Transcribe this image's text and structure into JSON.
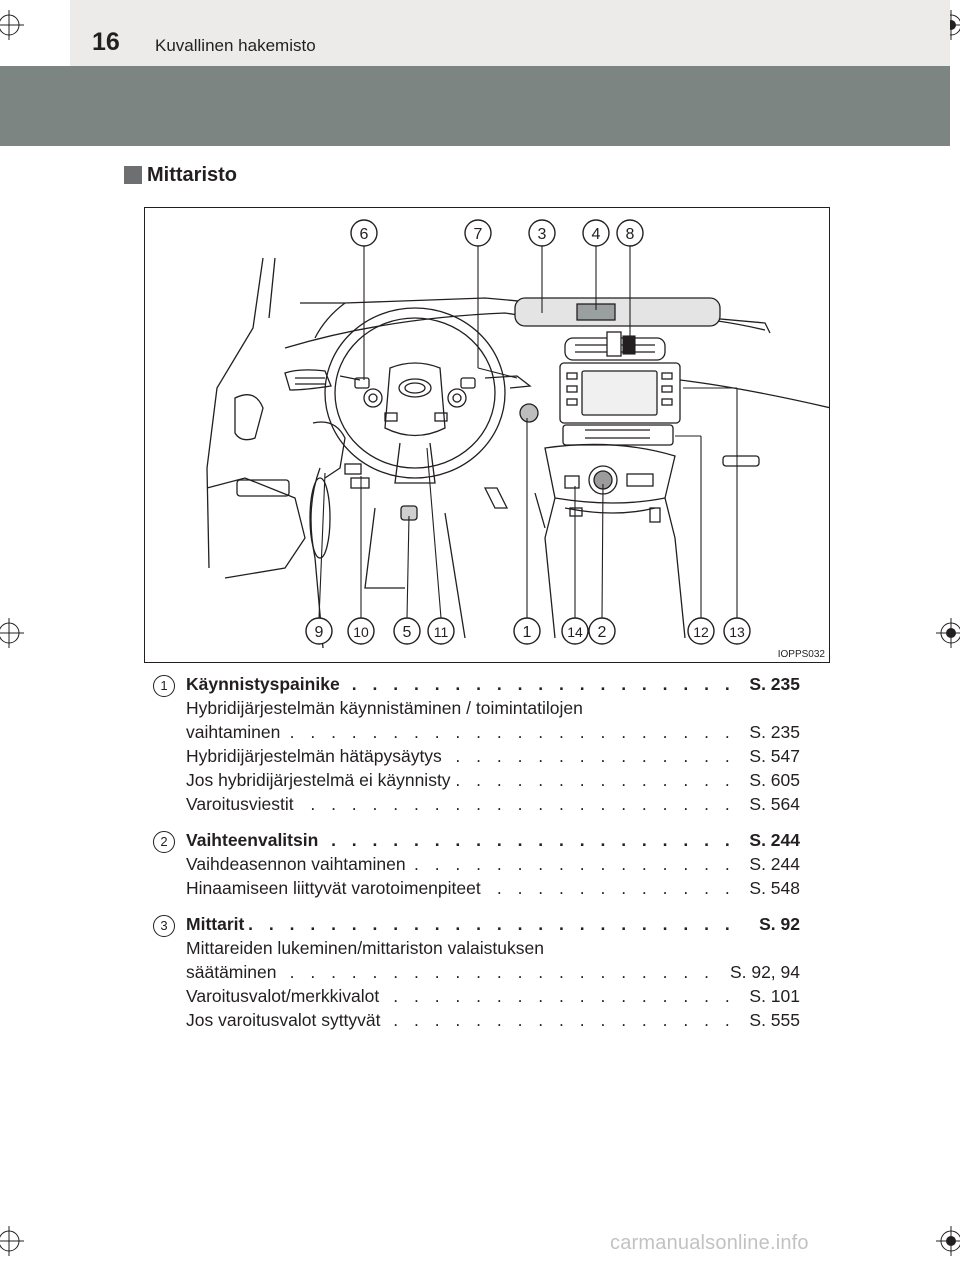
{
  "header": {
    "page_number": "16",
    "title": "Kuvallinen hakemisto"
  },
  "section": {
    "title": "Mittaristo"
  },
  "figure": {
    "code": "IOPPS032",
    "callouts_top": [
      "6",
      "7",
      "3",
      "4",
      "8"
    ],
    "callouts_bottom": [
      "9",
      "10",
      "5",
      "11",
      "1",
      "14",
      "2",
      "12",
      "13"
    ]
  },
  "entries": [
    {
      "number": "1",
      "title": "Käynnistyspainike",
      "page": "S. 235",
      "items": [
        {
          "text": "Hybridijärjestelmän käynnistäminen / toimintatilojen",
          "cont": "vaihtaminen",
          "page": "S. 235"
        },
        {
          "text": "Hybridijärjestelmän hätäpysäytys",
          "page": "S. 547"
        },
        {
          "text": "Jos hybridijärjestelmä ei käynnisty",
          "page": "S. 605"
        },
        {
          "text": "Varoitusviestit",
          "page": "S. 564"
        }
      ]
    },
    {
      "number": "2",
      "title": "Vaihteenvalitsin",
      "page": "S. 244",
      "items": [
        {
          "text": "Vaihdeasennon vaihtaminen",
          "page": "S. 244"
        },
        {
          "text": "Hinaamiseen liittyvät varotoimenpiteet",
          "page": "S. 548"
        }
      ]
    },
    {
      "number": "3",
      "title": "Mittarit",
      "page": "S. 92",
      "items": [
        {
          "text": "Mittareiden lukeminen/mittariston valaistuksen",
          "cont": "säätäminen",
          "page": "S. 92, 94"
        },
        {
          "text": "Varoitusvalot/merkkivalot",
          "page": "S. 101"
        },
        {
          "text": "Jos varoitusvalot syttyvät",
          "page": "S. 555"
        }
      ]
    }
  ],
  "dot_leader": ". . . . . . . . . . . . . . . . . . . . . . . . . . . . . . . . . . . . . . . . . . . . . . . . . . . . . . . . . . . . . . . . .",
  "watermark": "carmanualsonline.info"
}
